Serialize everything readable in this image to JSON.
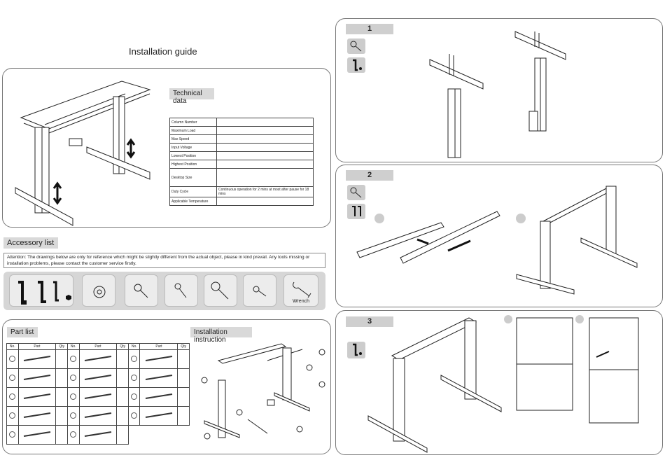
{
  "header": {
    "title": "Installation guide"
  },
  "technical": {
    "label": "Technical data",
    "rows": [
      {
        "name": "Column Number",
        "value": ""
      },
      {
        "name": "Maximum Load",
        "value": ""
      },
      {
        "name": "Max Speed",
        "value": ""
      },
      {
        "name": "Input Voltage",
        "value": ""
      },
      {
        "name": "Lowest Position",
        "value": ""
      },
      {
        "name": "Highest Position",
        "value": ""
      },
      {
        "name": "Desktop Size",
        "value": ""
      },
      {
        "name": "Duty Cycle",
        "value": "Continuous operation for 2 mins at most after pause for 18 mins"
      },
      {
        "name": "Applicable Temperature",
        "value": ""
      }
    ]
  },
  "accessory": {
    "label": "Accessory list",
    "attention": "Attention: The drawings below are only for reference which might be slightly different from the actual object, please in kind prevail. Any tools missing or installation problems, please contact the customer service firstly.",
    "wrench_label": "Wrench"
  },
  "partlist": {
    "label": "Part list",
    "headers": [
      "No.",
      "Part",
      "Qty",
      "No.",
      "Part",
      "Qty",
      "No.",
      "Part",
      "Qty"
    ]
  },
  "instruction": {
    "label": "Installation instruction"
  },
  "steps": [
    {
      "number": "1"
    },
    {
      "number": "2"
    },
    {
      "number": "3"
    }
  ]
}
